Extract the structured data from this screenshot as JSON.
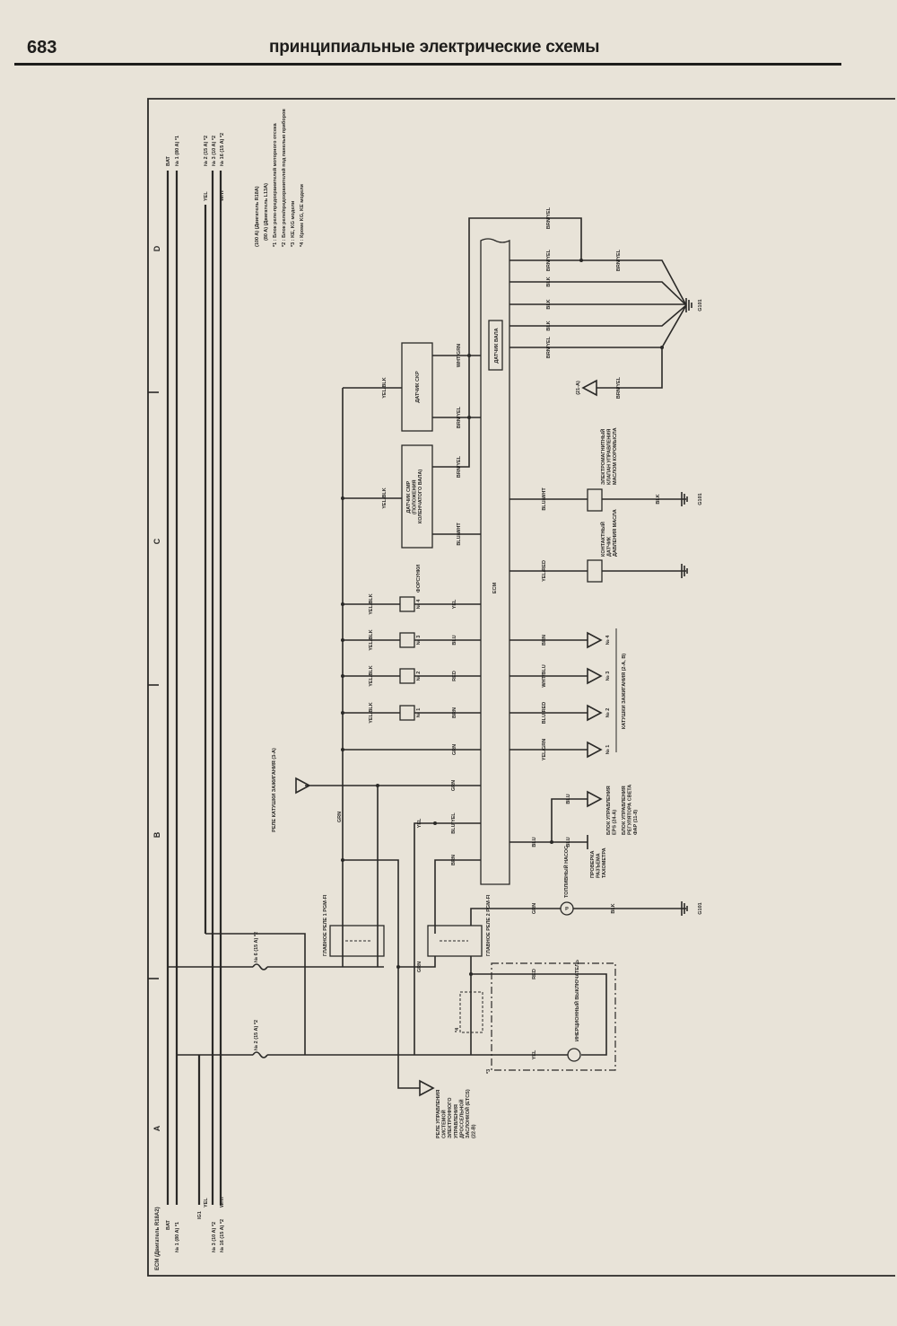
{
  "header": {
    "page_number": "683",
    "title": "принципиальные электрические схемы"
  },
  "diagram": {
    "title": "ECM (Двигатель R18A2)",
    "zones": [
      "D",
      "C",
      "B",
      "A"
    ],
    "notes": {
      "n100": "(100 A) (Двигатель R18A)",
      "n80": "(80 A) (Двигатель L13A)",
      "f1": "*1 : Блок реле-предохранителей моторного отсека",
      "f2": "*2 : Блок реле/предохранителей под панелью приборов",
      "f3": "*3 : KE, KG модели",
      "f4": "*4 : Кроме KG, KE модели"
    },
    "top": {
      "bat": "BAT",
      "fuse1": "№ 1 (80 A) *1",
      "yel": "YEL",
      "fuse2": "№ 2 (15 A) *2",
      "fuse3": "№ 3 (10 A) *2",
      "wht": "WHT",
      "fuse16": "№ 16 (15 A) *2"
    },
    "bottom": {
      "bat": "BAT",
      "fuse1": "№ 1 (80 A) *1",
      "ig1": "IG1",
      "yel": "YEL",
      "fuse3": "№ 3 (10 A) *2",
      "fuse16": "№ 16 (15 A) *2",
      "wht": "WHT"
    },
    "fuses": {
      "f6": "№ 6 (15 A) *2",
      "f2": "№ 2 (15 A) *2"
    },
    "components": {
      "ecm": "ECM",
      "shaft_sensor": "ДАТЧИК ВАЛА",
      "ckp": "ДАТЧИК CKP",
      "cmp": "ДАТЧИК CMP (ПОЛОЖЕНИЯ КОЛЕНЧАТОГО ВАЛА)",
      "injectors": "ФОРСУНКИ",
      "inj": [
        "№ 1",
        "№ 2",
        "№ 3",
        "№ 4"
      ],
      "solenoid": "ЭЛЕКТРОМАГНИТНЫЙ КЛАПАН УПРАВЛЕНИЯ МАСЛОМ КОРОМЫСЛА",
      "oil_switch": "КОНТАКТНЫЙ ДАТЧИК ДАВЛЕНИЯ МАСЛА",
      "coils": "КАТУШКИ ЗАЖИГАНИЯ (2-А, В)",
      "coil": [
        "№ 1",
        "№ 2",
        "№ 3",
        "№ 4"
      ],
      "eps": "БЛОК УПРАВЛЕНИЯ EPS (24-А)",
      "headlight": "БЛОК УПРАВЛЕНИЯ РЕГУЛЯТОРА СВЕТА ФАР (11-8)",
      "tacho": "ПРОВЕРКА РАЗЪЕМА ТАХОМЕТРА",
      "pump": "ТОПЛИВНЫЙ НАСОС",
      "pump_symbol": "P",
      "relay1": "ГЛАВНОЕ РЕЛЕ 1 PGM-FI",
      "relay2": "ГЛАВНОЕ РЕЛЕ 2 PGM-FI",
      "ign_relay": "РЕЛЕ КАТУШКИ ЗАЖИГАНИЯ (3-А)",
      "etcs": "РЕЛЕ УПРАВЛЕНИЯ СИСТЕМОЙ ЭЛЕКТРОННОГО УПРАВЛЕНИЯ ДРОССЕЛЬНОЙ ЗАСЛОНКОЙ (ETCS) (22-В)",
      "inertia": "ИНЕРЦИОННЫЙ ВЫКЛЮЧАТЕЛЬ",
      "sensor_ref": "(21-A)",
      "ground": "G101",
      "note3": "*3",
      "note4": "*4"
    },
    "wires": {
      "brn_yel": "BRN/YEL",
      "blk": "BLK",
      "wht_grn": "WHT/GRN",
      "blu_wht": "BLU/WHT",
      "yel_blk": "YEL/BLK",
      "yel": "YEL",
      "blu": "BLU",
      "red": "RED",
      "brn": "BRN",
      "grn": "GRN",
      "wht_blu": "WHT/BLU",
      "blu_red": "BLU/RED",
      "yel_grn": "YEL/GRN",
      "yel_red": "YEL/RED",
      "blu_yel": "BLU/YEL",
      "grn_r": "GRN"
    }
  }
}
